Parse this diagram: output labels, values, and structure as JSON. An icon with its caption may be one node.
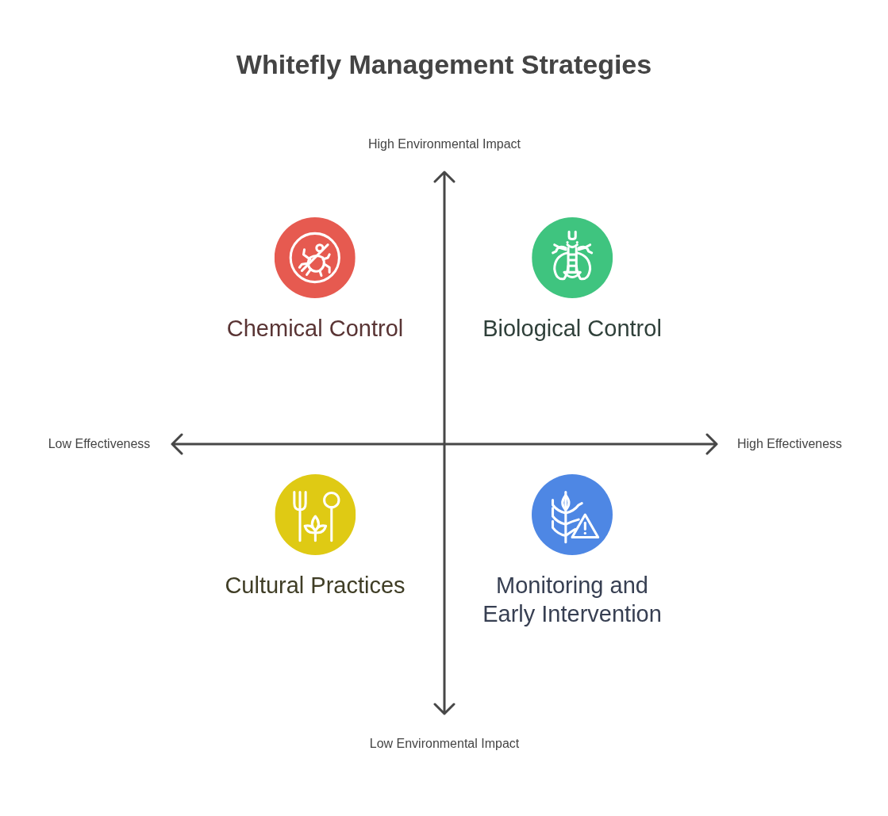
{
  "diagram": {
    "title": "Whitefly Management Strategies",
    "nodes": [
      {
        "text": [
          "Chemical Control"
        ]
      },
      {
        "text": [
          "Biological Control"
        ]
      },
      {
        "text": [
          "Cultural Practices"
        ]
      },
      {
        "text": [
          "Monitoring and Early Intervention"
        ]
      }
    ],
    "labels": [
      "High Environmental Impact",
      "Low Effectiveness",
      "High Effectiveness",
      "Low Environmental Impact"
    ]
  }
}
